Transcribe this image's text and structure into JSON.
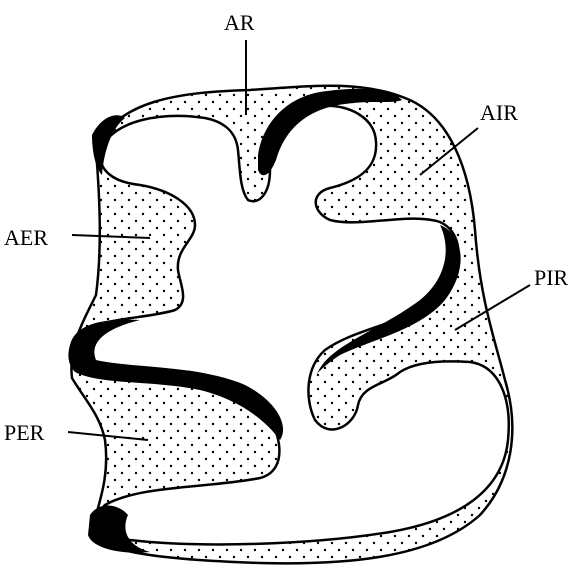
{
  "diagram": {
    "labels": {
      "ar": "AR",
      "air": "AIR",
      "aer": "AER",
      "pir": "PIR",
      "per": "PER"
    },
    "colors": {
      "ink": "#000000",
      "fill": "#ffffff",
      "stipple": "#000000"
    }
  }
}
